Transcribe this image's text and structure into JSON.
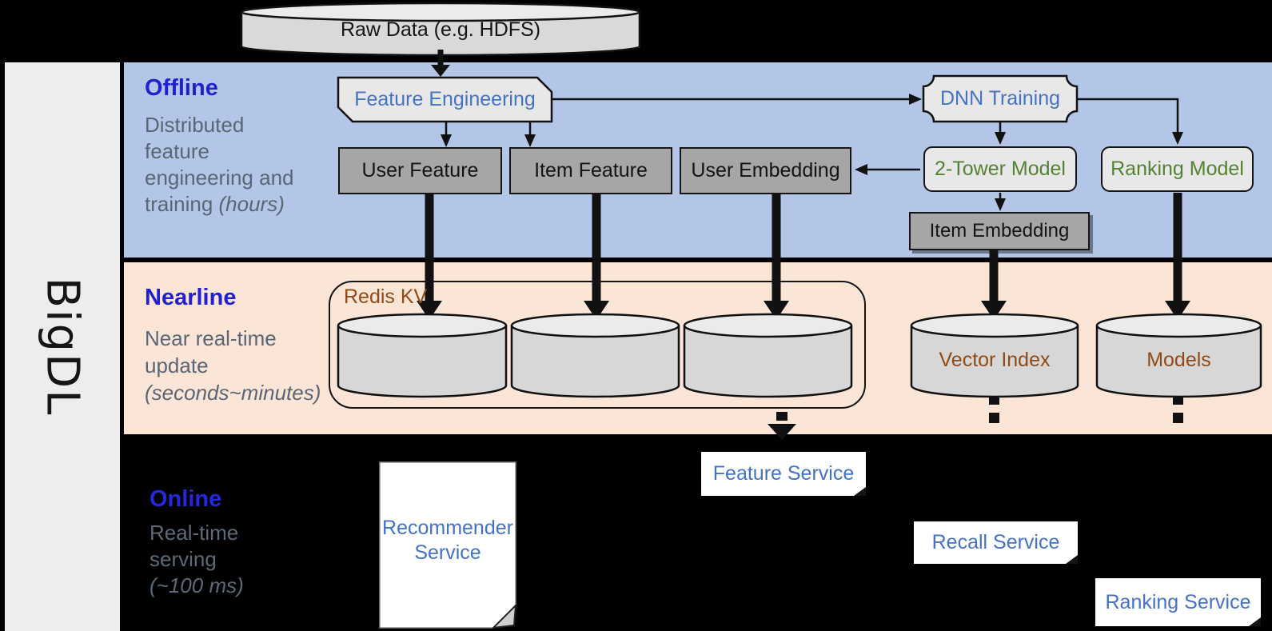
{
  "brand": "BigDL",
  "raw_data_label": "Raw Data (e.g. HDFS)",
  "offline": {
    "heading": "Offline",
    "desc_line1": "Distributed",
    "desc_line2": "feature",
    "desc_line3": "engineering and",
    "desc_line4": "training ",
    "desc_line4_italic": "(hours)",
    "feature_engineering": "Feature Engineering",
    "dnn_training": "DNN Training",
    "user_feature": "User Feature",
    "item_feature": "Item Feature",
    "user_embedding": "User Embedding",
    "two_tower_model": "2-Tower Model",
    "ranking_model": "Ranking Model",
    "item_embedding": "Item Embedding"
  },
  "nearline": {
    "heading": "Nearline",
    "desc_line1": "Near real-time",
    "desc_line2": "update",
    "desc_line3_italic": "(seconds~minutes)",
    "redis_kv": "Redis KV",
    "vector_index": "Vector Index",
    "models": "Models"
  },
  "online": {
    "heading": "Online",
    "desc_line1": "Real-time",
    "desc_line2": "serving",
    "desc_line3_italic": "(~100 ms)",
    "recommender_service_line1": "Recommender",
    "recommender_service_line2": "Service",
    "feature_service": "Feature Service",
    "recall_service": "Recall Service",
    "ranking_service": "Ranking Service"
  },
  "colors": {
    "background": "#000000",
    "band_offline_blue": "#b3c6e8",
    "band_nearline_orange": "#fbe5d6",
    "sidebar_gray": "#ededed",
    "heading_blue": "#2121cf",
    "node_text_blue": "#4472c4",
    "node_text_green": "#548235",
    "storage_text_brown": "#8f4a16",
    "desc_gray": "#5a6575",
    "gray_node_fill": "#a6a6a6",
    "light_node_fill": "#e9e8e8",
    "cylinder_fill": "#d7d7d7"
  }
}
